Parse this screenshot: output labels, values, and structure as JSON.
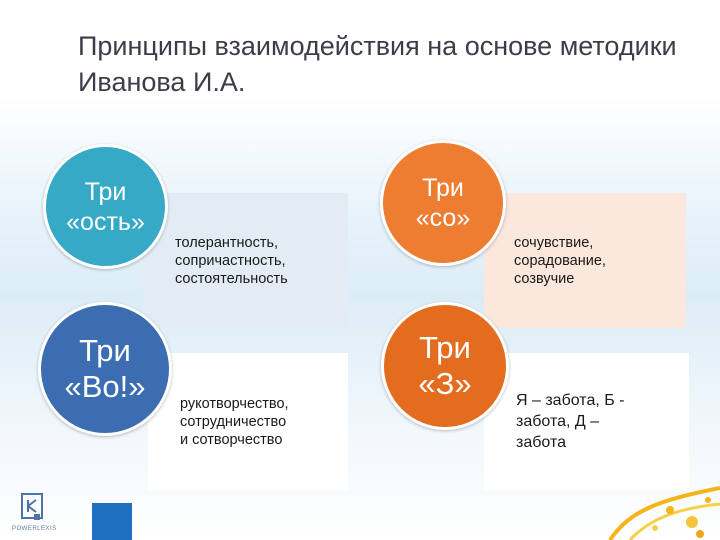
{
  "slide": {
    "title": "Принципы взаимодействия на основе методики Иванова И.А.",
    "logo_text": "POWERLEXIS"
  },
  "quadrants": [
    {
      "circle": "Три\n«ость»",
      "circle_color": "#36a9c6",
      "card_lines": [
        "толерантность,",
        "сопричастность,",
        "состоятельность"
      ]
    },
    {
      "circle": "Три\n«со»",
      "circle_color": "#ed7d31",
      "card_lines": [
        "сочувствие,",
        "сорадование,",
        "созвучие"
      ]
    },
    {
      "circle": "Три\n«Во!»",
      "circle_color": "#3b6db0",
      "card_lines": [
        "рукотворчество,",
        "сотрудничество",
        "и сотворчество"
      ]
    },
    {
      "circle": "Три\n«З»",
      "circle_color": "#e46c1f",
      "card_lines": [
        "Я – забота, Б -",
        "забота, Д –",
        "забота"
      ]
    }
  ]
}
